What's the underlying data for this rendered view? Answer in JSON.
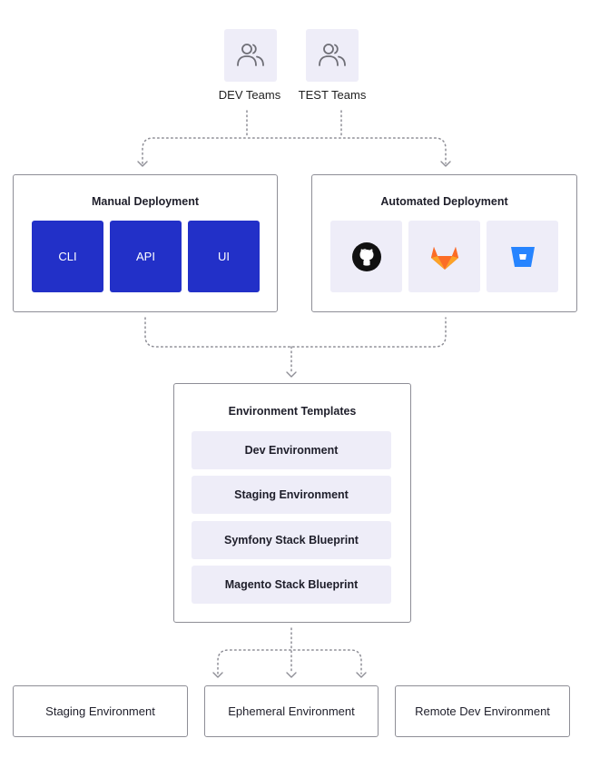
{
  "teams": [
    {
      "label": "DEV Teams",
      "icon": "users-icon"
    },
    {
      "label": "TEST Teams",
      "icon": "users-icon"
    }
  ],
  "manual": {
    "title": "Manual Deployment",
    "items": [
      "CLI",
      "API",
      "UI"
    ]
  },
  "automated": {
    "title": "Automated Deployment",
    "icons": [
      "github-icon",
      "gitlab-icon",
      "bitbucket-icon"
    ]
  },
  "templates": {
    "title": "Environment Templates",
    "items": [
      "Dev Environment",
      "Staging Environment",
      "Symfony Stack Blueprint",
      "Magento Stack Blueprint"
    ]
  },
  "environments": [
    "Staging Environment",
    "Ephemeral Environment",
    "Remote Dev Environment"
  ],
  "colors": {
    "accent": "#2230c8",
    "tile": "#eeedf8",
    "border": "#8e8e96",
    "connector": "#8e8e96"
  }
}
